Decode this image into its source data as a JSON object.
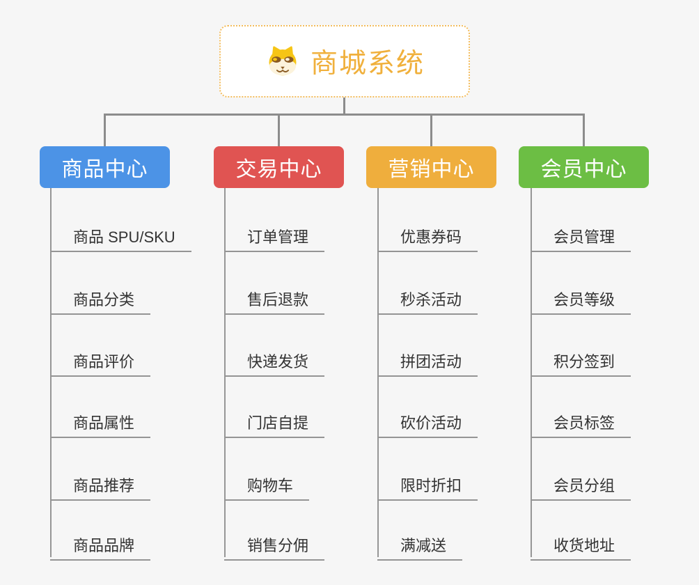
{
  "canvas": {
    "background": "#F6F6F6"
  },
  "root": {
    "label": "商城系统",
    "icon": "shiba-dog-icon",
    "text_color": "#F0B03C",
    "border_color": "#F3BC5C",
    "background": "#FFFFFF"
  },
  "connector_color": "#8C8C8C",
  "leaf_style": {
    "text_color": "#333333",
    "line_color": "#949494"
  },
  "branches": [
    {
      "label": "商品中心",
      "color": "#4C93E6",
      "text_color": "#FFFFFF",
      "items": [
        "商品 SPU/SKU",
        "商品分类",
        "商品评价",
        "商品属性",
        "商品推荐",
        "商品品牌"
      ]
    },
    {
      "label": "交易中心",
      "color": "#E05452",
      "text_color": "#FFFFFF",
      "items": [
        "订单管理",
        "售后退款",
        "快递发货",
        "门店自提",
        "购物车",
        "销售分佣"
      ]
    },
    {
      "label": "营销中心",
      "color": "#EFAE3D",
      "text_color": "#FFFFFF",
      "items": [
        "优惠券码",
        "秒杀活动",
        "拼团活动",
        "砍价活动",
        "限时折扣",
        "满减送"
      ]
    },
    {
      "label": "会员中心",
      "color": "#6CBE44",
      "text_color": "#FFFFFF",
      "items": [
        "会员管理",
        "会员等级",
        "积分签到",
        "会员标签",
        "会员分组",
        "收货地址"
      ]
    }
  ]
}
